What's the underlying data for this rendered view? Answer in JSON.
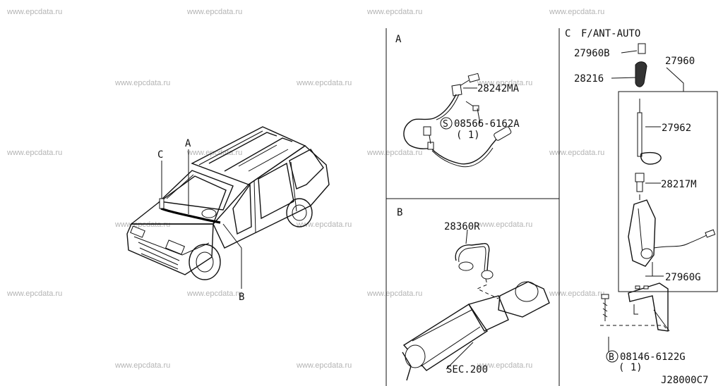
{
  "watermark": "www.epcdata.ru",
  "overview": {
    "callout_a": "A",
    "callout_b": "B",
    "callout_c": "C"
  },
  "panel_a": {
    "title": "A",
    "part_1": "28242MA",
    "bolt_symbol": "S",
    "bolt": "08566-6162A",
    "bolt_qty": "( 1)"
  },
  "panel_b": {
    "title": "B",
    "part_1": "28360R",
    "ref": "SEC.200"
  },
  "panel_c": {
    "title": "C",
    "variant": "F/ANT-AUTO",
    "part_1": "27960B",
    "part_2": "28216",
    "part_3": "27960",
    "part_4": "27962",
    "part_5": "28217M",
    "part_6": "27960G",
    "bolt_symbol": "B",
    "bolt": "08146-6122G",
    "bolt_qty": "( 1)"
  },
  "diagram_code": "J28000C7"
}
